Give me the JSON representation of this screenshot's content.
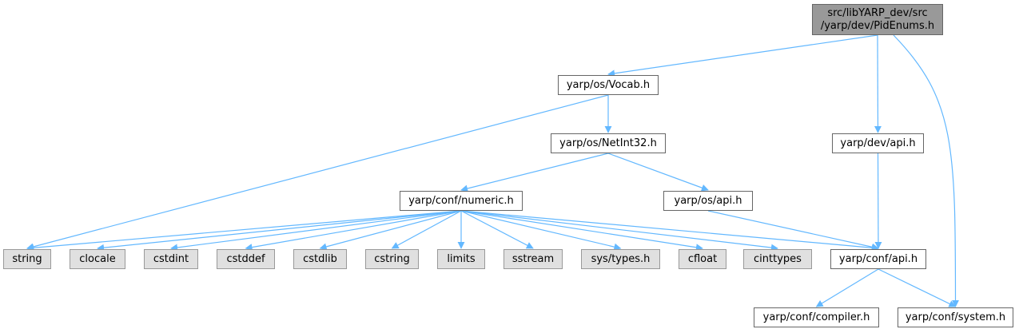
{
  "root": {
    "line1": "src/libYARP_dev/src",
    "line2": "/yarp/dev/PidEnums.h"
  },
  "nodes": {
    "vocab": "yarp/os/Vocab.h",
    "netint32": "yarp/os/NetInt32.h",
    "dev_api": "yarp/dev/api.h",
    "numeric": "yarp/conf/numeric.h",
    "os_api": "yarp/os/api.h",
    "string": "string",
    "clocale": "clocale",
    "cstdint": "cstdint",
    "cstddef": "cstddef",
    "cstdlib": "cstdlib",
    "cstring": "cstring",
    "limits": "limits",
    "sstream": "sstream",
    "systypes": "sys/types.h",
    "cfloat": "cfloat",
    "cinttypes": "cinttypes",
    "conf_api": "yarp/conf/api.h",
    "compiler": "yarp/conf/compiler.h",
    "system": "yarp/conf/system.h"
  },
  "edges": [
    [
      "root",
      "vocab"
    ],
    [
      "root",
      "dev_api"
    ],
    [
      "root",
      "system"
    ],
    [
      "vocab",
      "string"
    ],
    [
      "vocab",
      "netint32"
    ],
    [
      "netint32",
      "numeric"
    ],
    [
      "netint32",
      "os_api"
    ],
    [
      "dev_api",
      "conf_api"
    ],
    [
      "numeric",
      "string"
    ],
    [
      "numeric",
      "clocale"
    ],
    [
      "numeric",
      "cstdint"
    ],
    [
      "numeric",
      "cstddef"
    ],
    [
      "numeric",
      "cstdlib"
    ],
    [
      "numeric",
      "cstring"
    ],
    [
      "numeric",
      "limits"
    ],
    [
      "numeric",
      "sstream"
    ],
    [
      "numeric",
      "systypes"
    ],
    [
      "numeric",
      "cfloat"
    ],
    [
      "numeric",
      "cinttypes"
    ],
    [
      "numeric",
      "conf_api"
    ],
    [
      "os_api",
      "conf_api"
    ],
    [
      "conf_api",
      "compiler"
    ],
    [
      "conf_api",
      "system"
    ]
  ],
  "colors": {
    "edge": "#63b8ff",
    "system_fill": "#e0e0e0",
    "root_fill": "#999999"
  }
}
